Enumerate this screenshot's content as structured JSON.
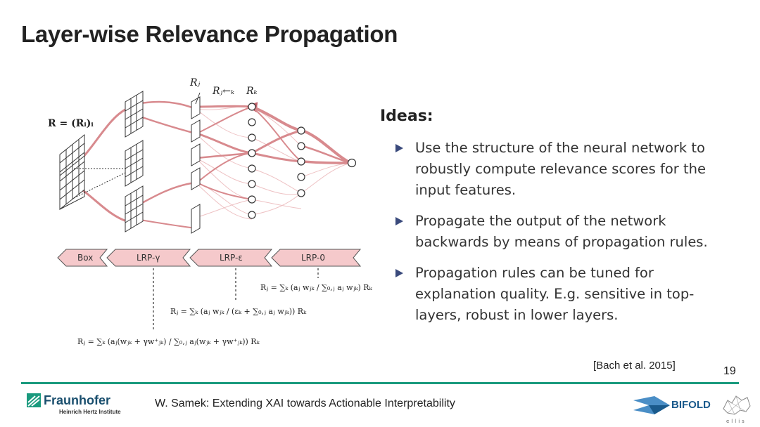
{
  "slide": {
    "title": "Layer-wise Relevance Propagation",
    "page_number": "19",
    "citation": "[Bach et al. 2015]",
    "footer_text": "W. Samek: Extending XAI towards Actionable Interpretability"
  },
  "ideas": {
    "heading": "Ideas:",
    "bullets": [
      "Use the structure of the neural network to robustly compute relevance scores for the input features.",
      "Propagate the output of the network backwards by means of propagation rules.",
      "Propagation rules can be tuned for explanation quality. E.g. sensitive in top-layers, robust in lower layers."
    ]
  },
  "diagram": {
    "labels": {
      "input": "R = (Rᵢ)ᵢ",
      "rj": "Rⱼ",
      "rjk": "Rⱼ←ₖ",
      "rk": "Rₖ"
    },
    "rule_tags": [
      "Box",
      "LRP-γ",
      "LRP-ε",
      "LRP-0"
    ],
    "formulas": {
      "lrp0": "Rⱼ = ∑ₖ (aⱼ wⱼₖ / ∑₀,ⱼ aⱼ wⱼₖ) Rₖ",
      "lrp_eps": "Rⱼ = ∑ₖ (aⱼ wⱼₖ / (εₖ + ∑₀,ⱼ aⱼ wⱼₖ)) Rₖ",
      "lrp_gamma": "Rⱼ = ∑ₖ (aⱼ(wⱼₖ + γw⁺ⱼₖ) / ∑₀,ⱼ aⱼ(wⱼₖ + γw⁺ⱼₖ)) Rₖ"
    },
    "colors": {
      "flow": "#d88a8e",
      "flow_light": "#eec2c4",
      "tag_fill": "#f5c9cb",
      "tag_stroke": "#555555"
    }
  },
  "logos": {
    "fraunhofer_name": "Fraunhofer",
    "fraunhofer_sub": "Heinrich Hertz Institute",
    "bifold": "BIFOLD",
    "ellis": "ellis"
  },
  "theme": {
    "rule_color": "#1a9a7e",
    "bullet_color": "#3a4a7c"
  }
}
